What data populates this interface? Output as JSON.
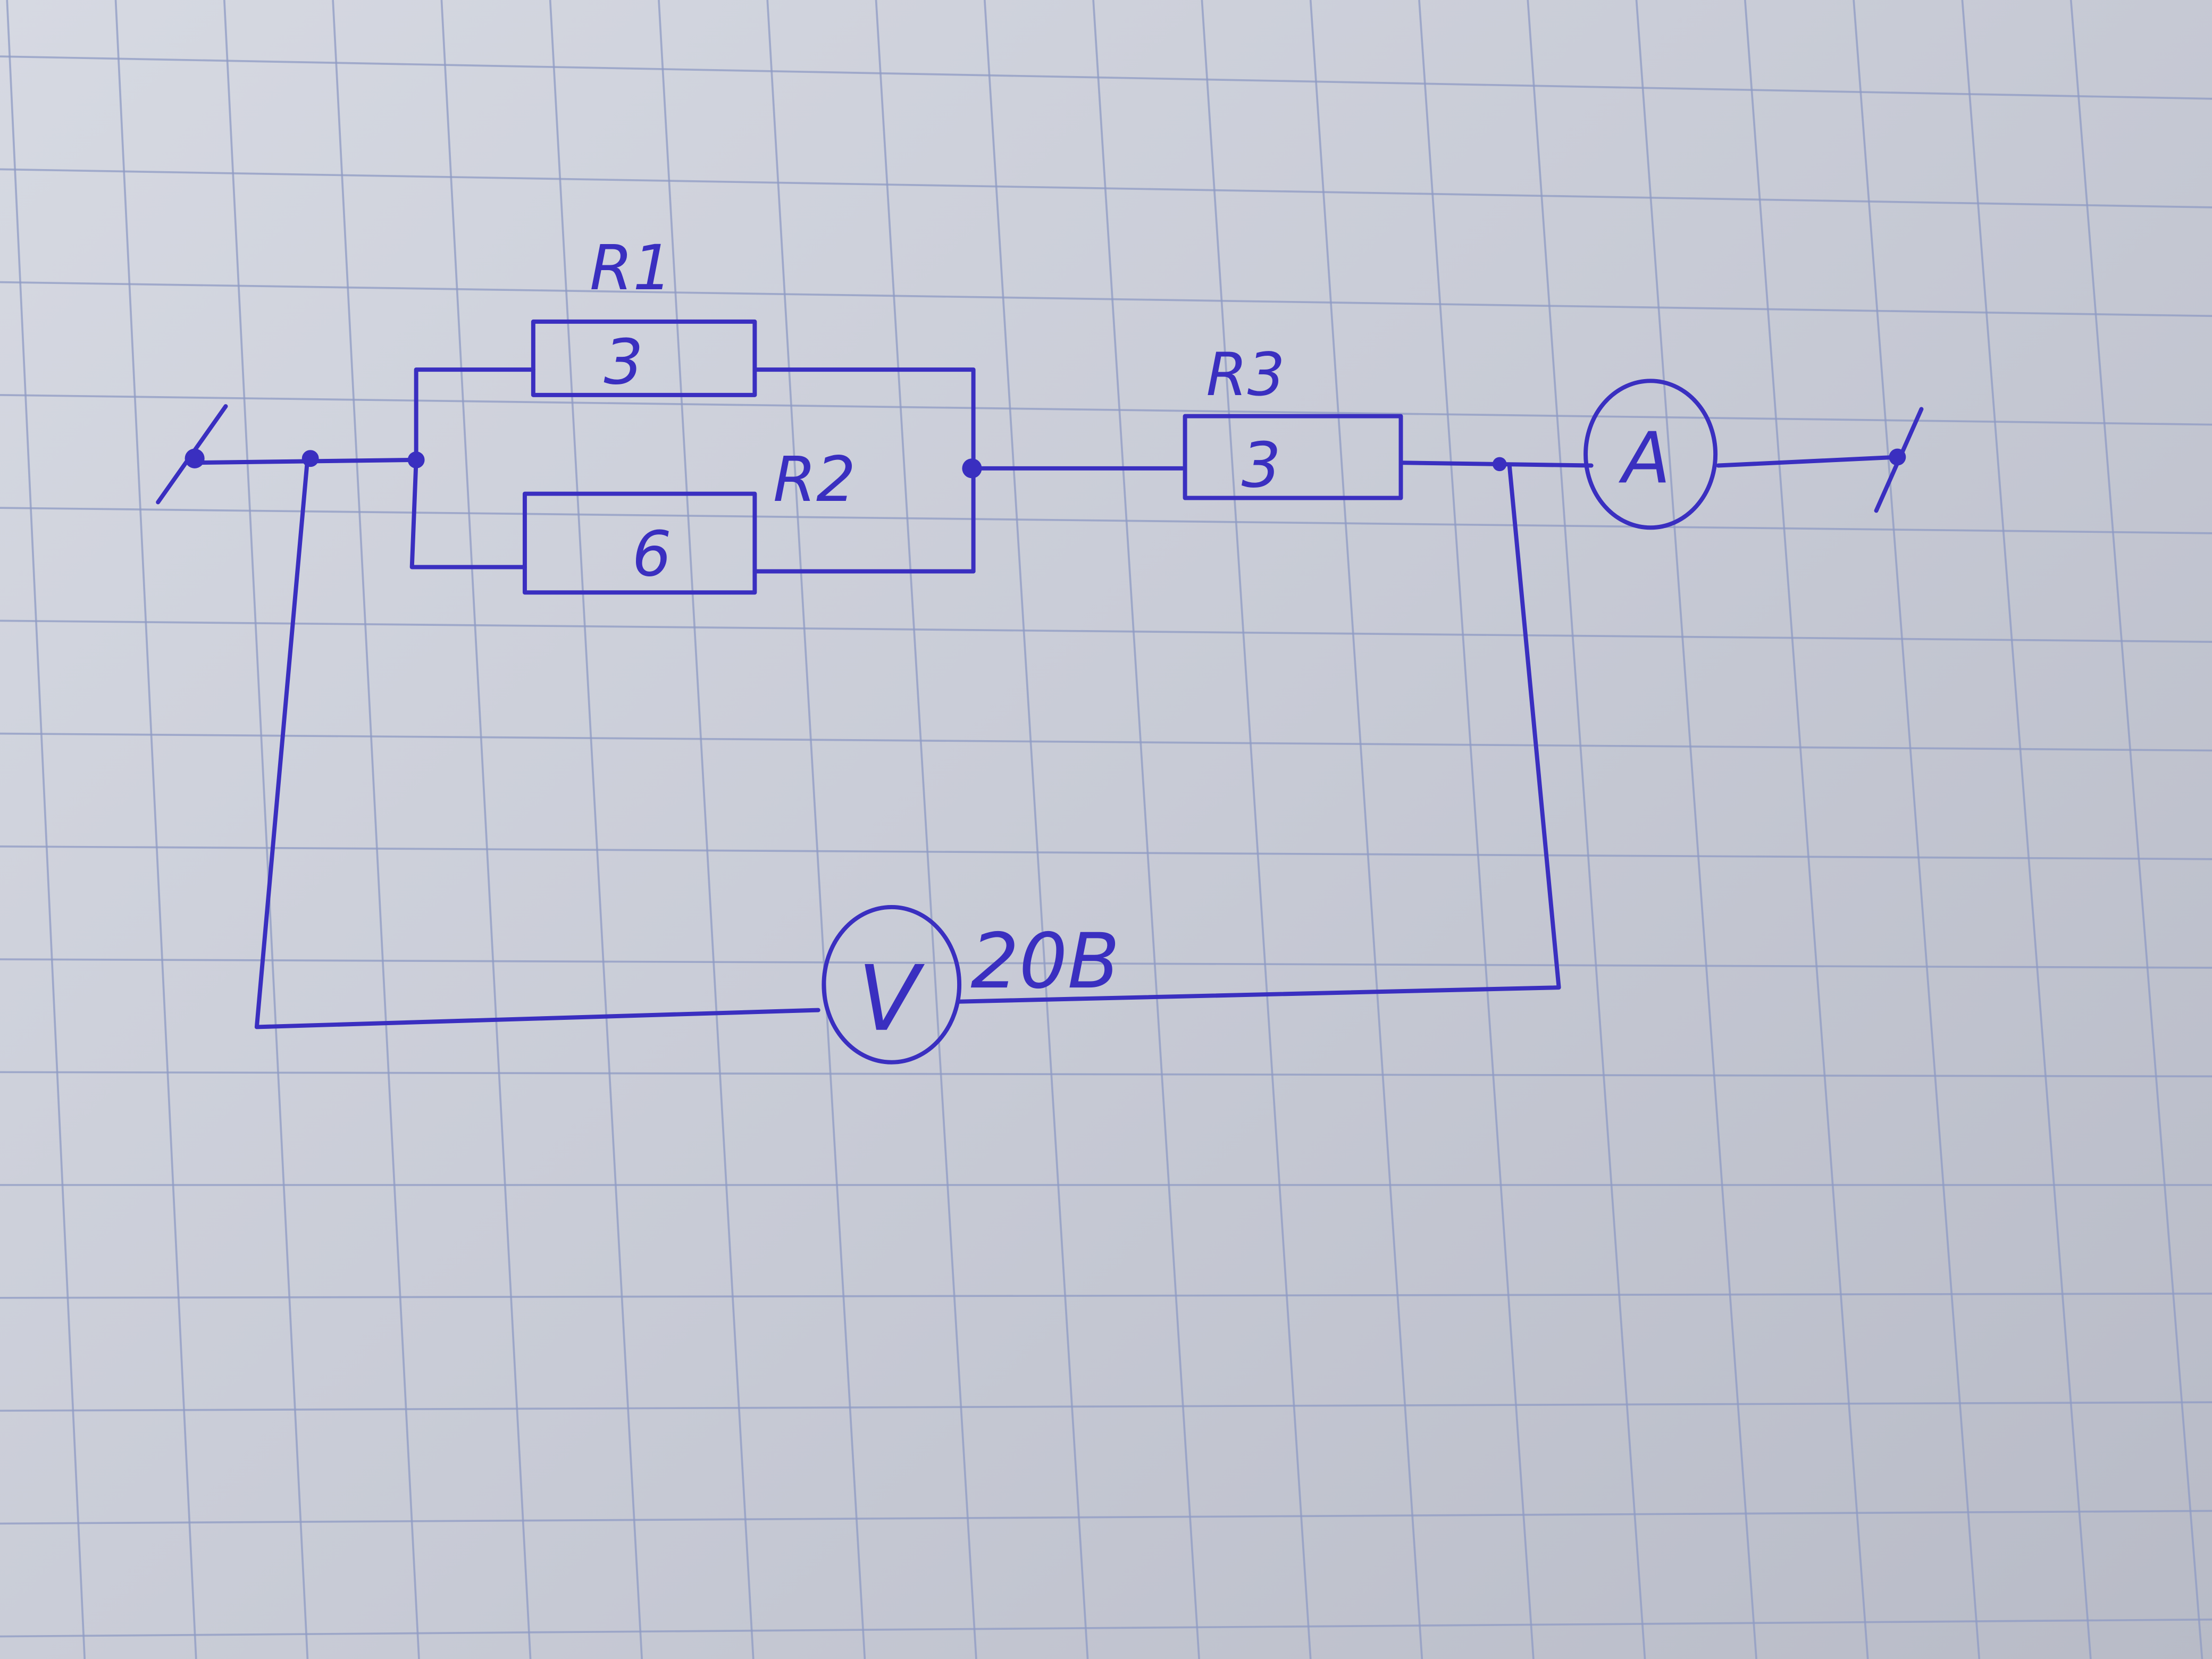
{
  "diagram": {
    "type": "circuit",
    "components": {
      "r1": {
        "name": "R1",
        "value": "3"
      },
      "r2": {
        "name": "R2",
        "value": "6"
      },
      "r3": {
        "name": "R3",
        "value": "3"
      },
      "ammeter": {
        "symbol": "A"
      },
      "voltmeter": {
        "symbol": "V",
        "reading": "20В"
      }
    },
    "colors": {
      "ink": "#3a2fc0",
      "paper": "#d6d9e2",
      "grid": "#8f9bc4"
    }
  }
}
